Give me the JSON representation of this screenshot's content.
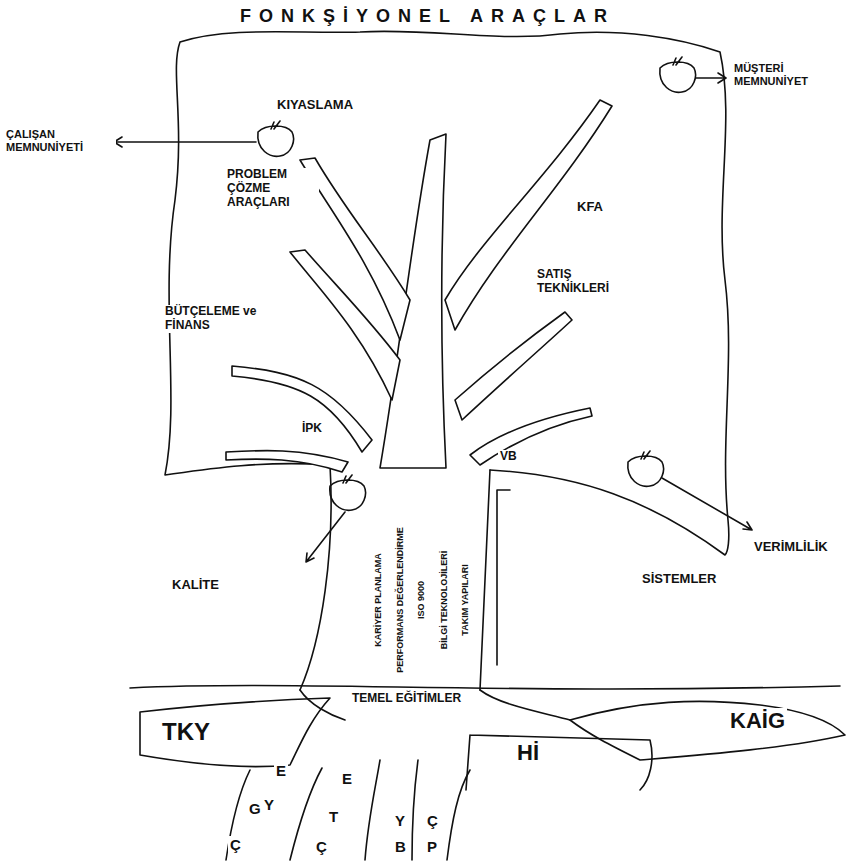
{
  "diagram": {
    "labels": [
      "FONKŞİYONEL ARAÇLAR",
      "MÜŞTERİ MEMNUNİYET",
      "ÇALIŞAN MEMNUNİYETİ",
      "KIYASLAMA",
      "KFA",
      "PROBLEM ÇÖZME ARAÇLARI",
      "SATIŞ TEKNİKLERİ",
      "BÜTÇELEME ve FİNANS",
      "İPK",
      "VB",
      "KALİTE",
      "VERİMLİLİK",
      "SİSTEMLER",
      "KARİYER PLANLAMA",
      "PERFORMANS DEĞERLENDİRME",
      "ISO 9000",
      "BİLGİ TEKNOLOJİLERİ",
      "TAKIM YAPILARI",
      "TEMEL EĞİTİMLER",
      "KAİG",
      "TKY",
      "Hİ",
      "Ç",
      "G",
      "Y",
      "E",
      "E",
      "T",
      "Ç",
      "Y",
      "B",
      "Ç",
      "P"
    ]
  }
}
